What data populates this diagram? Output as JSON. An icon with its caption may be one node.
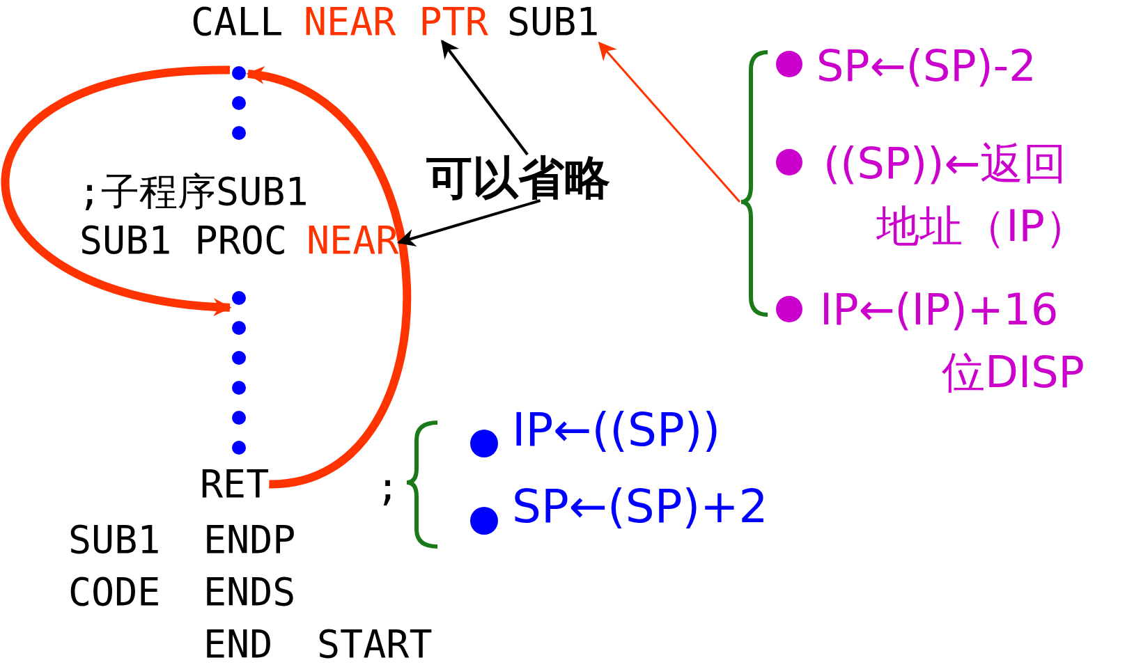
{
  "diagram": {
    "nodes": [
      {
        "text": [
          "CALL"
        ]
      },
      {
        "text": [
          "NEAR PTR"
        ]
      },
      {
        "text": [
          "SUB1"
        ]
      },
      {
        "text": [
          "SP←(SP)-2",
          "((SP))←返回地址（IP）",
          "IP←(IP)+16位DISP"
        ]
      },
      {
        "text": [],
        "shape": "dots"
      },
      {
        "text": [
          "可以省略"
        ]
      },
      {
        "text": [
          "NEAR"
        ]
      },
      {
        "text": [],
        "shape": "dots"
      },
      {
        "text": [
          "RET"
        ]
      }
    ],
    "edges": [
      {
        "from": 4,
        "to": 7,
        "arrow": "to",
        "style": "thick"
      },
      {
        "from": 8,
        "to": 4,
        "arrow": "to",
        "style": "thick"
      },
      {
        "from": 5,
        "to": 1,
        "arrow": "to",
        "color": "#000000"
      },
      {
        "from": 5,
        "to": 6,
        "arrow": "to",
        "color": "#000000"
      },
      {
        "from": 3,
        "to": 2,
        "arrow": "to"
      }
    ],
    "labels": [
      ";子程序SUB1",
      "SUB1 PROC",
      ";",
      "IP←((SP))",
      "SP←(SP)+2",
      "SUB1",
      "ENDP",
      "CODE",
      "ENDS",
      "END",
      "START"
    ]
  }
}
